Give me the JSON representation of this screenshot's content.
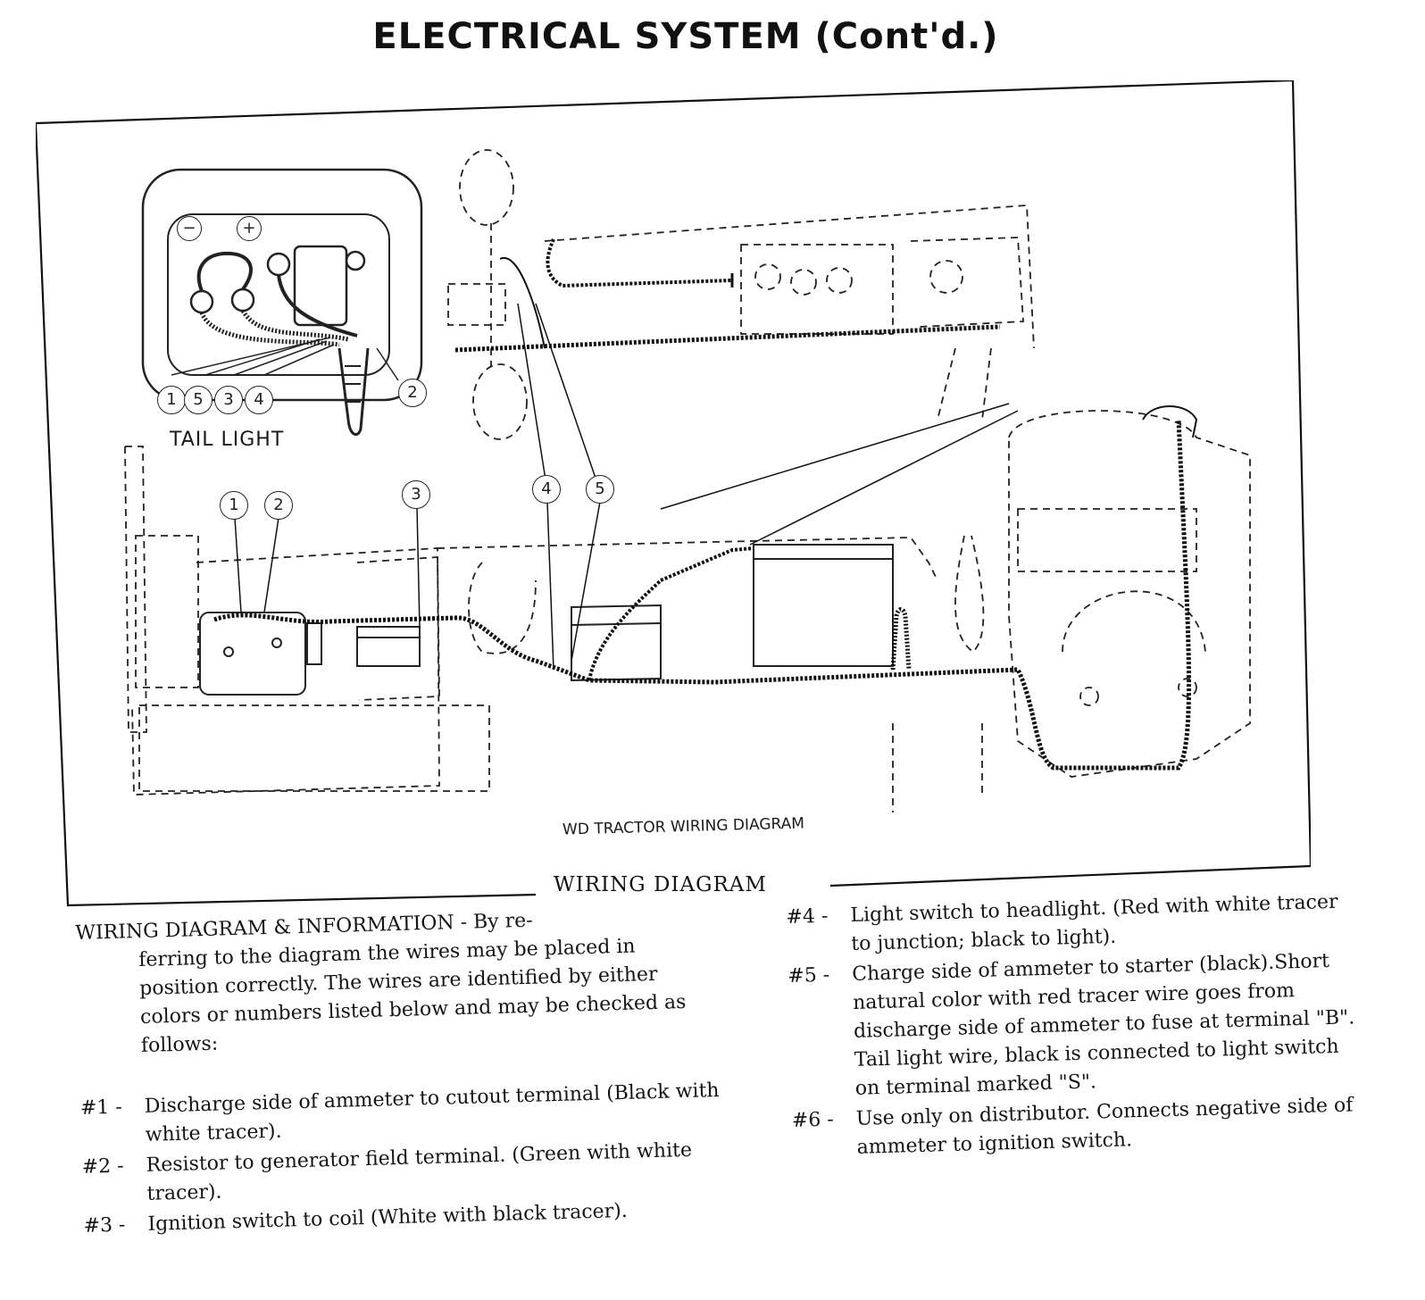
{
  "page_title": "ELECTRICAL SYSTEM (Cont'd.)",
  "figure": {
    "inset_label": "TAIL LIGHT",
    "inset_callouts": [
      "1",
      "5",
      "3",
      "4",
      "2"
    ],
    "main_callouts": [
      "1",
      "2",
      "3",
      "4",
      "5"
    ],
    "polarity": {
      "negative": "−",
      "positive": "+"
    },
    "diagram_label": "WD TRACTOR WIRING DIAGRAM",
    "caption": "WIRING DIAGRAM"
  },
  "intro": {
    "heading": "WIRING DIAGRAM & INFORMATION - By re-",
    "body": "ferring to the diagram the wires may be placed in position correctly. The wires are identified by either colors or numbers listed below and may be checked as follows:"
  },
  "wires": [
    {
      "num": "#1 -",
      "text": "Discharge side of ammeter to cutout terminal (Black with white tracer)."
    },
    {
      "num": "#2 -",
      "text": "Resistor to generator field terminal. (Green with white tracer)."
    },
    {
      "num": "#3 -",
      "text": "Ignition switch to coil (White with black tracer)."
    },
    {
      "num": "#4 -",
      "text": "Light switch to headlight. (Red with white tracer to junction; black to light)."
    },
    {
      "num": "#5 -",
      "text": "Charge side of ammeter to starter (black).Short natural color with red tracer wire goes from discharge side of ammeter to fuse at terminal \"B\". Tail light wire, black is connected to light switch on terminal marked \"S\"."
    },
    {
      "num": "#6 -",
      "text": "Use only on distributor. Connects negative side of ammeter to ignition switch."
    }
  ]
}
